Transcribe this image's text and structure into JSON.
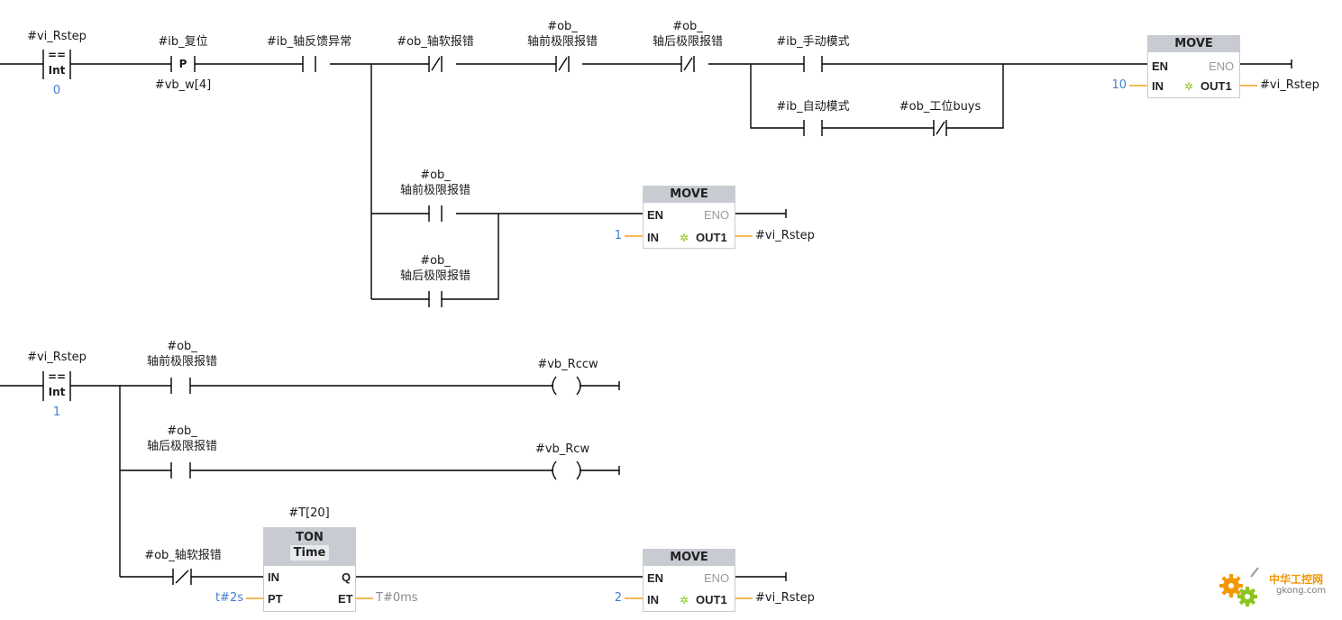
{
  "network1": {
    "cmp": {
      "var": "#vi_Rstep",
      "op": "==",
      "type": "Int",
      "value": "0"
    },
    "p_contact": {
      "var": "#ib_复位",
      "bit": "#vb_w[4]",
      "letter": "P"
    },
    "c_feedback": "#ib_轴反馈异常",
    "c_soft": "#ob_轴软报错",
    "c_front_top": {
      "l1": "#ob_",
      "l2": "轴前极限报错"
    },
    "c_rear_top": {
      "l1": "#ob_",
      "l2": "轴后极限报错"
    },
    "c_manual": "#ib_手动模式",
    "c_auto": "#ib_自动模式",
    "c_busy": "#ob_工位buys",
    "move1": {
      "title": "MOVE",
      "en": "EN",
      "eno": "ENO",
      "in": "IN",
      "out": "OUT1",
      "in_val": "10",
      "out_var": "#vi_Rstep"
    },
    "c_front2": {
      "l1": "#ob_",
      "l2": "轴前极限报错"
    },
    "c_rear2": {
      "l1": "#ob_",
      "l2": "轴后极限报错"
    },
    "move2": {
      "title": "MOVE",
      "en": "EN",
      "eno": "ENO",
      "in": "IN",
      "out": "OUT1",
      "in_val": "1",
      "out_var": "#vi_Rstep"
    }
  },
  "network2": {
    "cmp": {
      "var": "#vi_Rstep",
      "op": "==",
      "type": "Int",
      "value": "1"
    },
    "c_front": {
      "l1": "#ob_",
      "l2": "轴前极限报错"
    },
    "coil_ccw": "#vb_Rccw",
    "c_rear": {
      "l1": "#ob_",
      "l2": "轴后极限报错"
    },
    "coil_cw": "#vb_Rcw",
    "c_soft": "#ob_轴软报错",
    "timer": {
      "instance": "#T[20]",
      "title": "TON",
      "subtitle": "Time",
      "in": "IN",
      "q": "Q",
      "pt": "PT",
      "et": "ET",
      "pt_val": "t#2s",
      "et_val": "T#0ms"
    },
    "move3": {
      "title": "MOVE",
      "en": "EN",
      "eno": "ENO",
      "in": "IN",
      "out": "OUT1",
      "in_val": "2",
      "out_var": "#vi_Rstep"
    }
  },
  "watermark": {
    "cn": "中华工控网",
    "en": "gkong.com"
  },
  "colors": {
    "wire": "#000000",
    "param_wire": "#f0a020",
    "const": "#3f7fcf",
    "block_head": "#c8ccd2",
    "logo_orange": "#f39800",
    "logo_green": "#8fc31f"
  }
}
